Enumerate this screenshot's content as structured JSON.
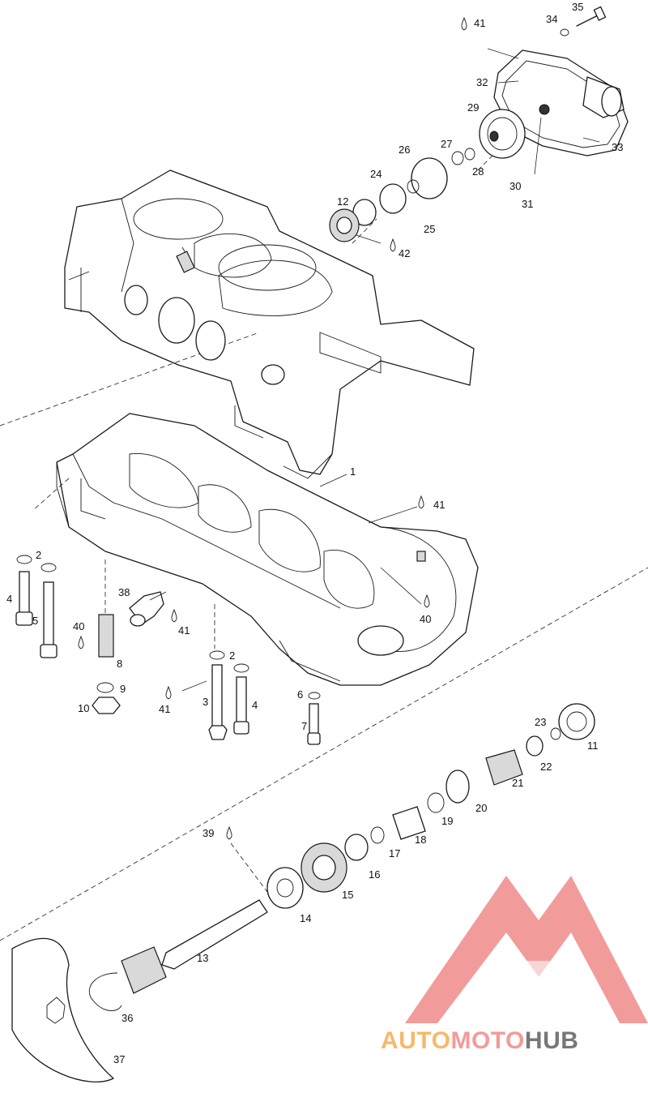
{
  "callouts": {
    "n1": "1",
    "n2a": "2",
    "n2b": "2",
    "n3": "3",
    "n4a": "4",
    "n4b": "4",
    "n5": "5",
    "n6": "6",
    "n7": "7",
    "n8": "8",
    "n9": "9",
    "n10": "10",
    "n11": "11",
    "n12": "12",
    "n13": "13",
    "n14": "14",
    "n15": "15",
    "n16": "16",
    "n17": "17",
    "n18": "18",
    "n19": "19",
    "n20": "20",
    "n21": "21",
    "n22": "22",
    "n23": "23",
    "n24": "24",
    "n25": "25",
    "n26": "26",
    "n27": "27",
    "n28": "28",
    "n29": "29",
    "n30": "30",
    "n31": "31",
    "n32": "32",
    "n33": "33",
    "n34": "34",
    "n35": "35",
    "n36": "36",
    "n37": "37",
    "n38": "38",
    "n39": "39",
    "n40a": "40",
    "n40b": "40",
    "n41a": "41",
    "n41b": "41",
    "n41c": "41",
    "n41d": "41",
    "n42": "42"
  },
  "watermark": {
    "part_auto": "AUTO",
    "part_moto": "MOTO",
    "part_hub": "HUB",
    "colors": {
      "auto": "#f6b96a",
      "moto": "#f59a9a",
      "hub": "#777777",
      "logo": "#f08a8a"
    }
  }
}
